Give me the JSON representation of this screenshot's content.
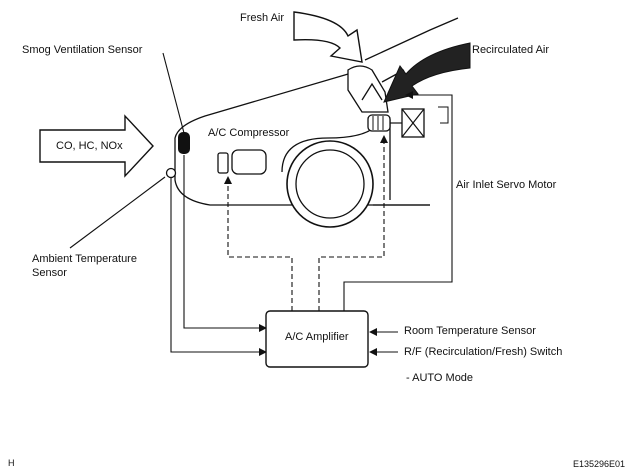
{
  "labels": {
    "fresh_air": "Fresh Air",
    "recirculated_air": "Recirculated Air",
    "smog_sensor": "Smog Ventilation Sensor",
    "ac_compressor": "A/C Compressor",
    "pollutants": "CO, HC, NOx",
    "servo_motor": "Air Inlet Servo Motor",
    "ambient_sensor_line1": "Ambient Temperature",
    "ambient_sensor_line2": "Sensor",
    "amplifier": "A/C Amplifier",
    "room_sensor": "Room Temperature Sensor",
    "rf_switch": "R/F (Recirculation/Fresh) Switch",
    "auto_mode": "- AUTO Mode",
    "corner_left": "H",
    "corner_right": "E135296E01"
  }
}
